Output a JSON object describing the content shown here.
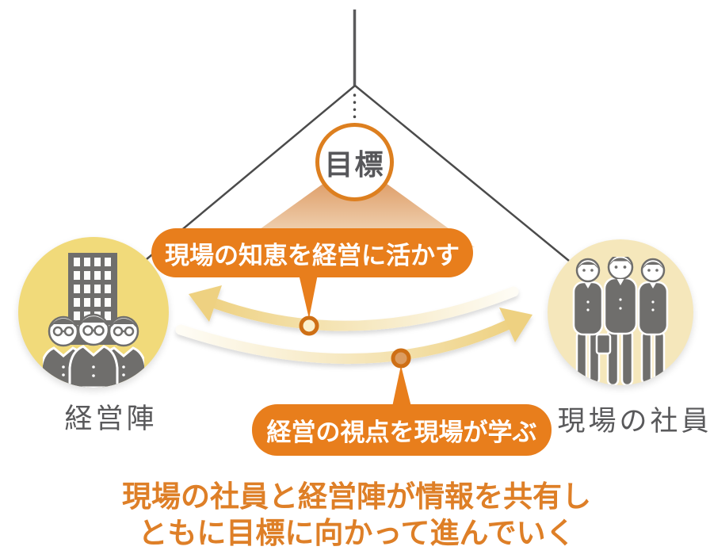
{
  "goal": {
    "label": "目標"
  },
  "left_group": {
    "label": "経営陣",
    "icon": "building-managers-icon"
  },
  "right_group": {
    "label": "現場の社員",
    "icon": "employees-icon"
  },
  "banners": {
    "top": "現場の知恵を経営に活かす",
    "bottom": "経営の視点を現場が学ぶ"
  },
  "caption": {
    "line1": "現場の社員と経営陣が情報を共有し",
    "line2": "ともに目標に向かって進んでいく"
  },
  "colors": {
    "banner_orange": "#E87E1C",
    "goal_ring_orange": "#DD7F1F",
    "caption_orange": "#DE7F27",
    "left_circle_fill": "#F1DA7A",
    "right_circle_fill": "#F5E7BB",
    "arrow_tan": "#EED181",
    "marker_ring": "#CE6F15",
    "label_gray": "#59595B",
    "line_gray": "#4B4B4B",
    "icon_gray": "#6F6E6C"
  }
}
